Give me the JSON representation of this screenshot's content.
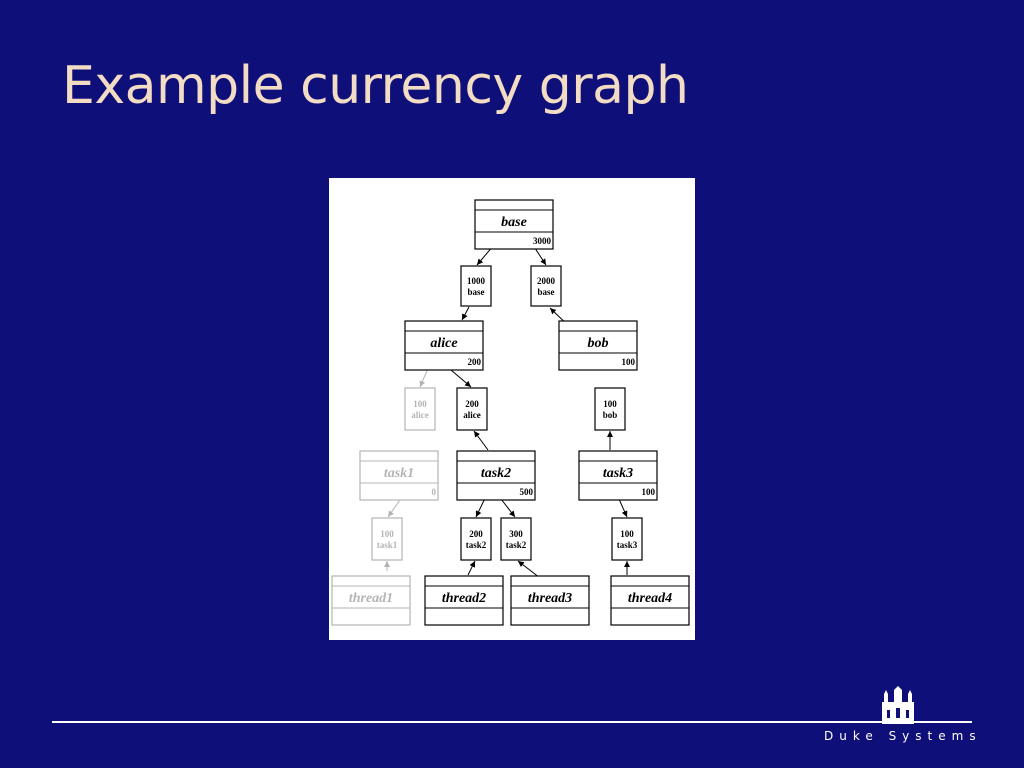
{
  "slide": {
    "title": "Example currency graph",
    "footer": "Duke Systems",
    "logo_icon": "duke-chapel-icon"
  },
  "graph": {
    "currencies": [
      {
        "id": "base",
        "name": "base",
        "amount": "3000",
        "faded": false
      },
      {
        "id": "alice",
        "name": "alice",
        "amount": "200",
        "faded": false
      },
      {
        "id": "bob",
        "name": "bob",
        "amount": "100",
        "faded": false
      },
      {
        "id": "task1",
        "name": "task1",
        "amount": "0",
        "faded": true
      },
      {
        "id": "task2",
        "name": "task2",
        "amount": "500",
        "faded": false
      },
      {
        "id": "task3",
        "name": "task3",
        "amount": "100",
        "faded": false
      },
      {
        "id": "thread1",
        "name": "thread1",
        "amount": "",
        "faded": true
      },
      {
        "id": "thread2",
        "name": "thread2",
        "amount": "",
        "faded": false
      },
      {
        "id": "thread3",
        "name": "thread3",
        "amount": "",
        "faded": false
      },
      {
        "id": "thread4",
        "name": "thread4",
        "amount": "",
        "faded": false
      }
    ],
    "tickets": [
      {
        "id": "t-1000-base",
        "amount": "1000",
        "currency": "base",
        "faded": false
      },
      {
        "id": "t-2000-base",
        "amount": "2000",
        "currency": "base",
        "faded": false
      },
      {
        "id": "t-100-alice",
        "amount": "100",
        "currency": "alice",
        "faded": true
      },
      {
        "id": "t-200-alice",
        "amount": "200",
        "currency": "alice",
        "faded": false
      },
      {
        "id": "t-100-bob",
        "amount": "100",
        "currency": "bob",
        "faded": false
      },
      {
        "id": "t-100-task1",
        "amount": "100",
        "currency": "task1",
        "faded": true
      },
      {
        "id": "t-200-task2",
        "amount": "200",
        "currency": "task2",
        "faded": false
      },
      {
        "id": "t-300-task2",
        "amount": "300",
        "currency": "task2",
        "faded": false
      },
      {
        "id": "t-100-task3",
        "amount": "100",
        "currency": "task3",
        "faded": false
      }
    ],
    "colors": {
      "normal": "#000000",
      "faded": "#b4b4b4"
    }
  }
}
